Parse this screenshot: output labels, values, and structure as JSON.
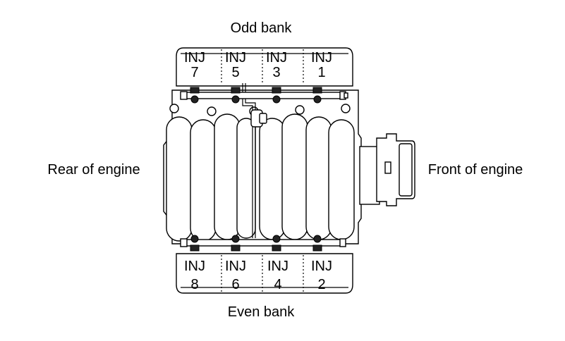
{
  "labels": {
    "odd_bank": "Odd bank",
    "even_bank": "Even bank",
    "rear": "Rear of engine",
    "front": "Front of engine"
  },
  "odd_injectors": [
    {
      "top": "INJ",
      "num": "7"
    },
    {
      "top": "INJ",
      "num": "5"
    },
    {
      "top": "INJ",
      "num": "3"
    },
    {
      "top": "INJ",
      "num": "1"
    }
  ],
  "even_injectors": [
    {
      "top": "INJ",
      "num": "8"
    },
    {
      "top": "INJ",
      "num": "6"
    },
    {
      "top": "INJ",
      "num": "4"
    },
    {
      "top": "INJ",
      "num": "2"
    }
  ]
}
